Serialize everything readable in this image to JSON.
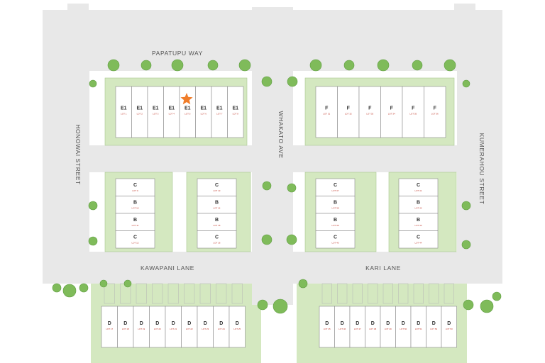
{
  "streets": {
    "papatupu": "PAPATUPU WAY",
    "honowai": "HONOWAI STREET",
    "whakato": "WHAKATO AVE",
    "kumerahou": "KUMERAHOU STREET",
    "kawapani": "KAWAPANI LANE",
    "kari": "KARI LANE"
  },
  "colors": {
    "road": "#e8e8e8",
    "green": "#d4e8c0",
    "darkgreen": "#b9d79e",
    "tree": "#7fbb5a",
    "treeEdge": "#5e9c40",
    "unit": "#ffffff",
    "outline": "#8a8a8a",
    "star": "#f07d2a"
  },
  "marker": {
    "name": "highlight-star-icon",
    "lot": "LOT 5"
  },
  "blocks": {
    "e_row": {
      "units": [
        {
          "type": "E1",
          "lot": "LOT 1"
        },
        {
          "type": "E1",
          "lot": "LOT 2"
        },
        {
          "type": "E1",
          "lot": "LOT 3"
        },
        {
          "type": "E1",
          "lot": "LOT 4"
        },
        {
          "type": "E1",
          "lot": "LOT 5"
        },
        {
          "type": "E1",
          "lot": "LOT 6"
        },
        {
          "type": "E1",
          "lot": "LOT 7"
        },
        {
          "type": "E1",
          "lot": "LOT 8"
        }
      ]
    },
    "f_row": {
      "units": [
        {
          "type": "F",
          "lot": "LOT 31"
        },
        {
          "type": "F",
          "lot": "LOT 32"
        },
        {
          "type": "F",
          "lot": "LOT 33"
        },
        {
          "type": "F",
          "lot": "LOT 34"
        },
        {
          "type": "F",
          "lot": "LOT 35"
        },
        {
          "type": "F",
          "lot": "LOT 36"
        }
      ]
    },
    "cb_1": {
      "units": [
        {
          "type": "C",
          "lot": "LOT 9"
        },
        {
          "type": "B",
          "lot": "LOT 10"
        },
        {
          "type": "B",
          "lot": "LOT 11"
        },
        {
          "type": "C",
          "lot": "LOT 12"
        }
      ]
    },
    "cb_2": {
      "units": [
        {
          "type": "C",
          "lot": "LOT 13"
        },
        {
          "type": "B",
          "lot": "LOT 14"
        },
        {
          "type": "B",
          "lot": "LOT 15"
        },
        {
          "type": "C",
          "lot": "LOT 16"
        }
      ]
    },
    "cb_3": {
      "units": [
        {
          "type": "C",
          "lot": "LOT 37"
        },
        {
          "type": "B",
          "lot": "LOT 38"
        },
        {
          "type": "B",
          "lot": "LOT 39"
        },
        {
          "type": "C",
          "lot": "LOT 40"
        }
      ]
    },
    "cb_4": {
      "units": [
        {
          "type": "C",
          "lot": "LOT 41"
        },
        {
          "type": "B",
          "lot": "LOT 42"
        },
        {
          "type": "B",
          "lot": "LOT 43"
        },
        {
          "type": "C",
          "lot": "LOT 44"
        }
      ]
    },
    "d_left": {
      "units": [
        {
          "type": "D",
          "lot": "LOT 17"
        },
        {
          "type": "D",
          "lot": "LOT 18"
        },
        {
          "type": "D",
          "lot": "LOT 19"
        },
        {
          "type": "D",
          "lot": "LOT 20"
        },
        {
          "type": "D",
          "lot": "LOT 21"
        },
        {
          "type": "D",
          "lot": "LOT 22"
        },
        {
          "type": "D",
          "lot": "LOT 23"
        },
        {
          "type": "D",
          "lot": "LOT 24"
        },
        {
          "type": "D",
          "lot": "LOT 25"
        }
      ]
    },
    "d_right": {
      "units": [
        {
          "type": "D",
          "lot": "LOT 45"
        },
        {
          "type": "D",
          "lot": "LOT 46"
        },
        {
          "type": "D",
          "lot": "LOT 47"
        },
        {
          "type": "D",
          "lot": "LOT 48"
        },
        {
          "type": "D",
          "lot": "LOT 49"
        },
        {
          "type": "D",
          "lot": "LOT 50"
        },
        {
          "type": "D",
          "lot": "LOT 51"
        },
        {
          "type": "D",
          "lot": "LOT 52"
        },
        {
          "type": "D",
          "lot": "LOT 53"
        }
      ]
    }
  }
}
